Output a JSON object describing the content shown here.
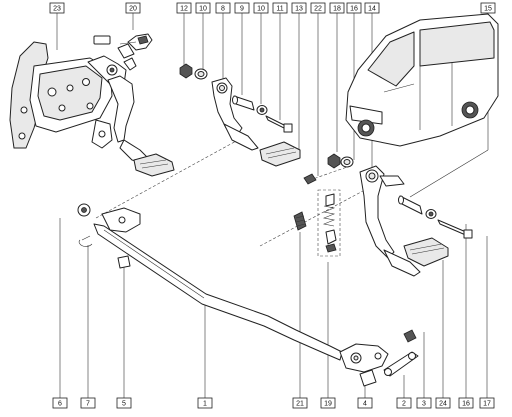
{
  "labels": {
    "l23": "23",
    "l20": "20",
    "l12": "12",
    "l10a": "10",
    "l8": "8",
    "l9": "9",
    "l10b": "10",
    "l11": "11",
    "l13": "13",
    "l22": "22",
    "l18": "18",
    "l16a": "16",
    "l14": "14",
    "l15": "15",
    "l6": "6",
    "l7": "7",
    "l5": "5",
    "l1": "1",
    "l21": "21",
    "l19": "19",
    "l4": "4",
    "l2": "2",
    "l3": "3",
    "l24": "24",
    "l16b": "16",
    "l17": "17"
  }
}
